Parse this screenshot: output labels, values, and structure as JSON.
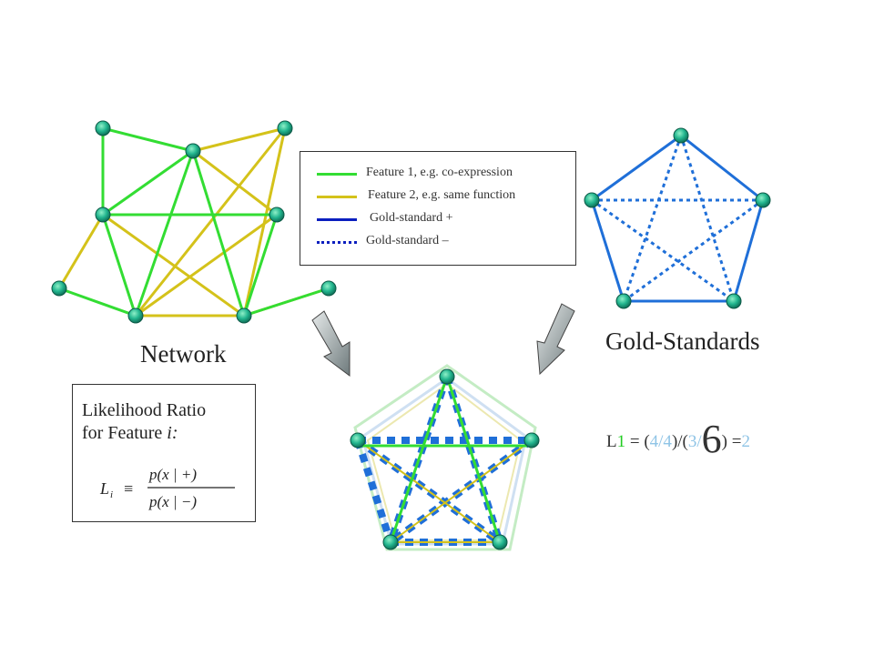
{
  "legend": {
    "items": [
      {
        "label": "Feature 1, e.g. co-expression",
        "style": "solid",
        "color": "#33dd33"
      },
      {
        "label": "Feature 2, e.g. same function",
        "style": "solid",
        "color": "#d4c21a"
      },
      {
        "label": "Gold-standard +",
        "style": "solid",
        "color": "#0b1fbf"
      },
      {
        "label": "Gold-standard –",
        "style": "dotted",
        "color": "#0b1fbf"
      }
    ]
  },
  "labels": {
    "network": "Network",
    "gold_standards": "Gold-Standards"
  },
  "likelihood": {
    "title_line1": "Likelihood Ratio",
    "title_line2_prefix": "for Feature ",
    "title_line2_var": "i:",
    "formula_lhs": "L",
    "formula_sub": "i",
    "formula_equiv": "≡",
    "numerator": "p(x | +)",
    "denominator": "p(x | −)"
  },
  "equation": {
    "L": "L",
    "sub": "1",
    "eq1": " = (",
    "frac1": "4/4",
    "mid": ")/(",
    "frac2_a": "3/",
    "frac2_big": "6",
    "close": ") =",
    "result": "2"
  },
  "colors": {
    "feature1": "#33dd33",
    "feature2": "#d4c21a",
    "gold_pos": "#0b1fbf",
    "gold_diagram": "#1f6fd8",
    "node": "#1fae8f"
  }
}
